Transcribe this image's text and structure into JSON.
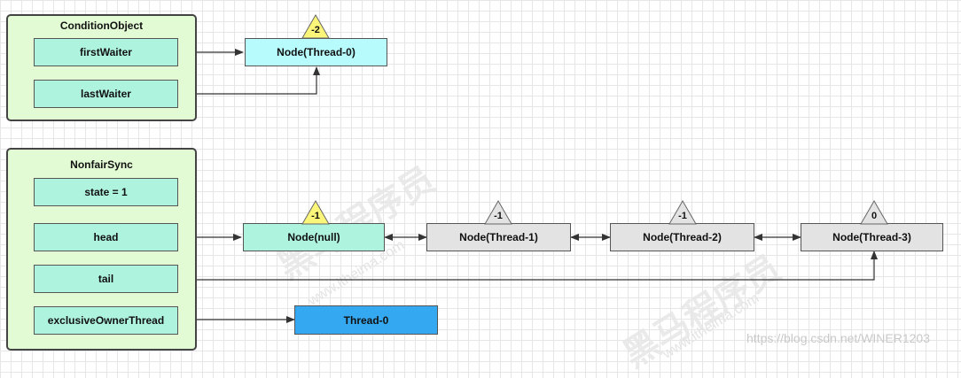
{
  "condition_object": {
    "title": "ConditionObject",
    "first_waiter": "firstWaiter",
    "last_waiter": "lastWaiter"
  },
  "nonfair_sync": {
    "title": "NonfairSync",
    "state": "state = 1",
    "head": "head",
    "tail": "tail",
    "exclusive_owner_thread": "exclusiveOwnerThread"
  },
  "nodes": {
    "waiter_node": {
      "label": "Node(Thread-0)",
      "wait_status": "-2"
    },
    "null_node": {
      "label": "Node(null)",
      "wait_status": "-1"
    },
    "thread1_node": {
      "label": "Node(Thread-1)",
      "wait_status": "-1"
    },
    "thread2_node": {
      "label": "Node(Thread-2)",
      "wait_status": "-1"
    },
    "thread3_node": {
      "label": "Node(Thread-3)",
      "wait_status": "0"
    }
  },
  "owner_thread": {
    "label": "Thread-0"
  },
  "watermark": {
    "url": "https://blog.csdn.net/WINER1203",
    "logo_text": "黑马程序员",
    "site_text": "www.itheima.com"
  },
  "colors": {
    "panel_bg": "#e3fbd5",
    "field_bg": "#aef3de",
    "waiter_node_bg": "#b7fbfd",
    "queue_head_bg": "#aef3de",
    "queue_node_bg": "#e3e3e3",
    "thread_bg": "#35a8f2",
    "yellow_marker": "#fbf57a",
    "gray_marker": "#e3e3e3"
  }
}
